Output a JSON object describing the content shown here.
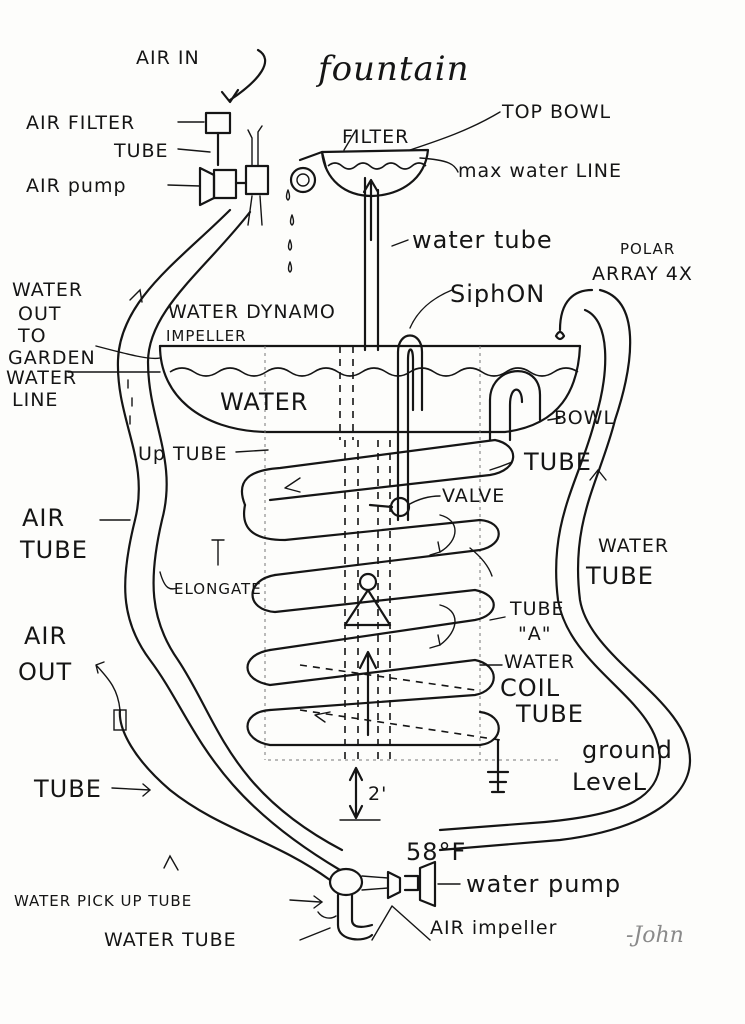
{
  "diagram": {
    "title": "fountain",
    "labels": {
      "air_in": "AIR IN",
      "air_filter": "AIR FILTER",
      "tube_top": "TUBE",
      "air_pump": "AIR pump",
      "filter": "FILTER",
      "top_bowl": "TOP BOWL",
      "max_water_line": "max water LINE",
      "water_tube_center": "water tube",
      "polar_array": "POLAR",
      "polar_array_2": "ARRAY 4X",
      "siphon": "SiphON",
      "water_out": "WATER",
      "water_out_2": "OUT",
      "water_out_3": "TO",
      "water_out_4": "GARDEN",
      "water_line": "WATER",
      "water_line_2": "LINE",
      "water_dynamo": "WATER DYNAMO",
      "impeller": "IMPELLER",
      "water": "WATER",
      "bowl": "BOWL",
      "up_tube": "Up TUBE",
      "tube_right": "TUBE",
      "valve": "VALVE",
      "air_tube": "AIR",
      "air_tube_2": "TUBE",
      "water_tube_right": "WATER",
      "water_tube_right_2": "TUBE",
      "elongate": "ELONGATE",
      "tube_a": "TUBE",
      "tube_a_2": "\"A\"",
      "water_coil": "WATER",
      "water_coil_2": "COIL",
      "water_coil_3": "TUBE",
      "air_out": "AIR",
      "air_out_2": "OUT",
      "ground_level": "ground",
      "ground_level_2": "LeveL",
      "dimension": "2'",
      "tube_left": "TUBE",
      "temperature": "58°F",
      "water_pump": "water pump",
      "water_pickup_tube": "WATER PICK UP TUBE",
      "water_tube_bottom": "WATER TUBE",
      "air_impeller": "AIR impeller",
      "signature": "-John"
    }
  }
}
